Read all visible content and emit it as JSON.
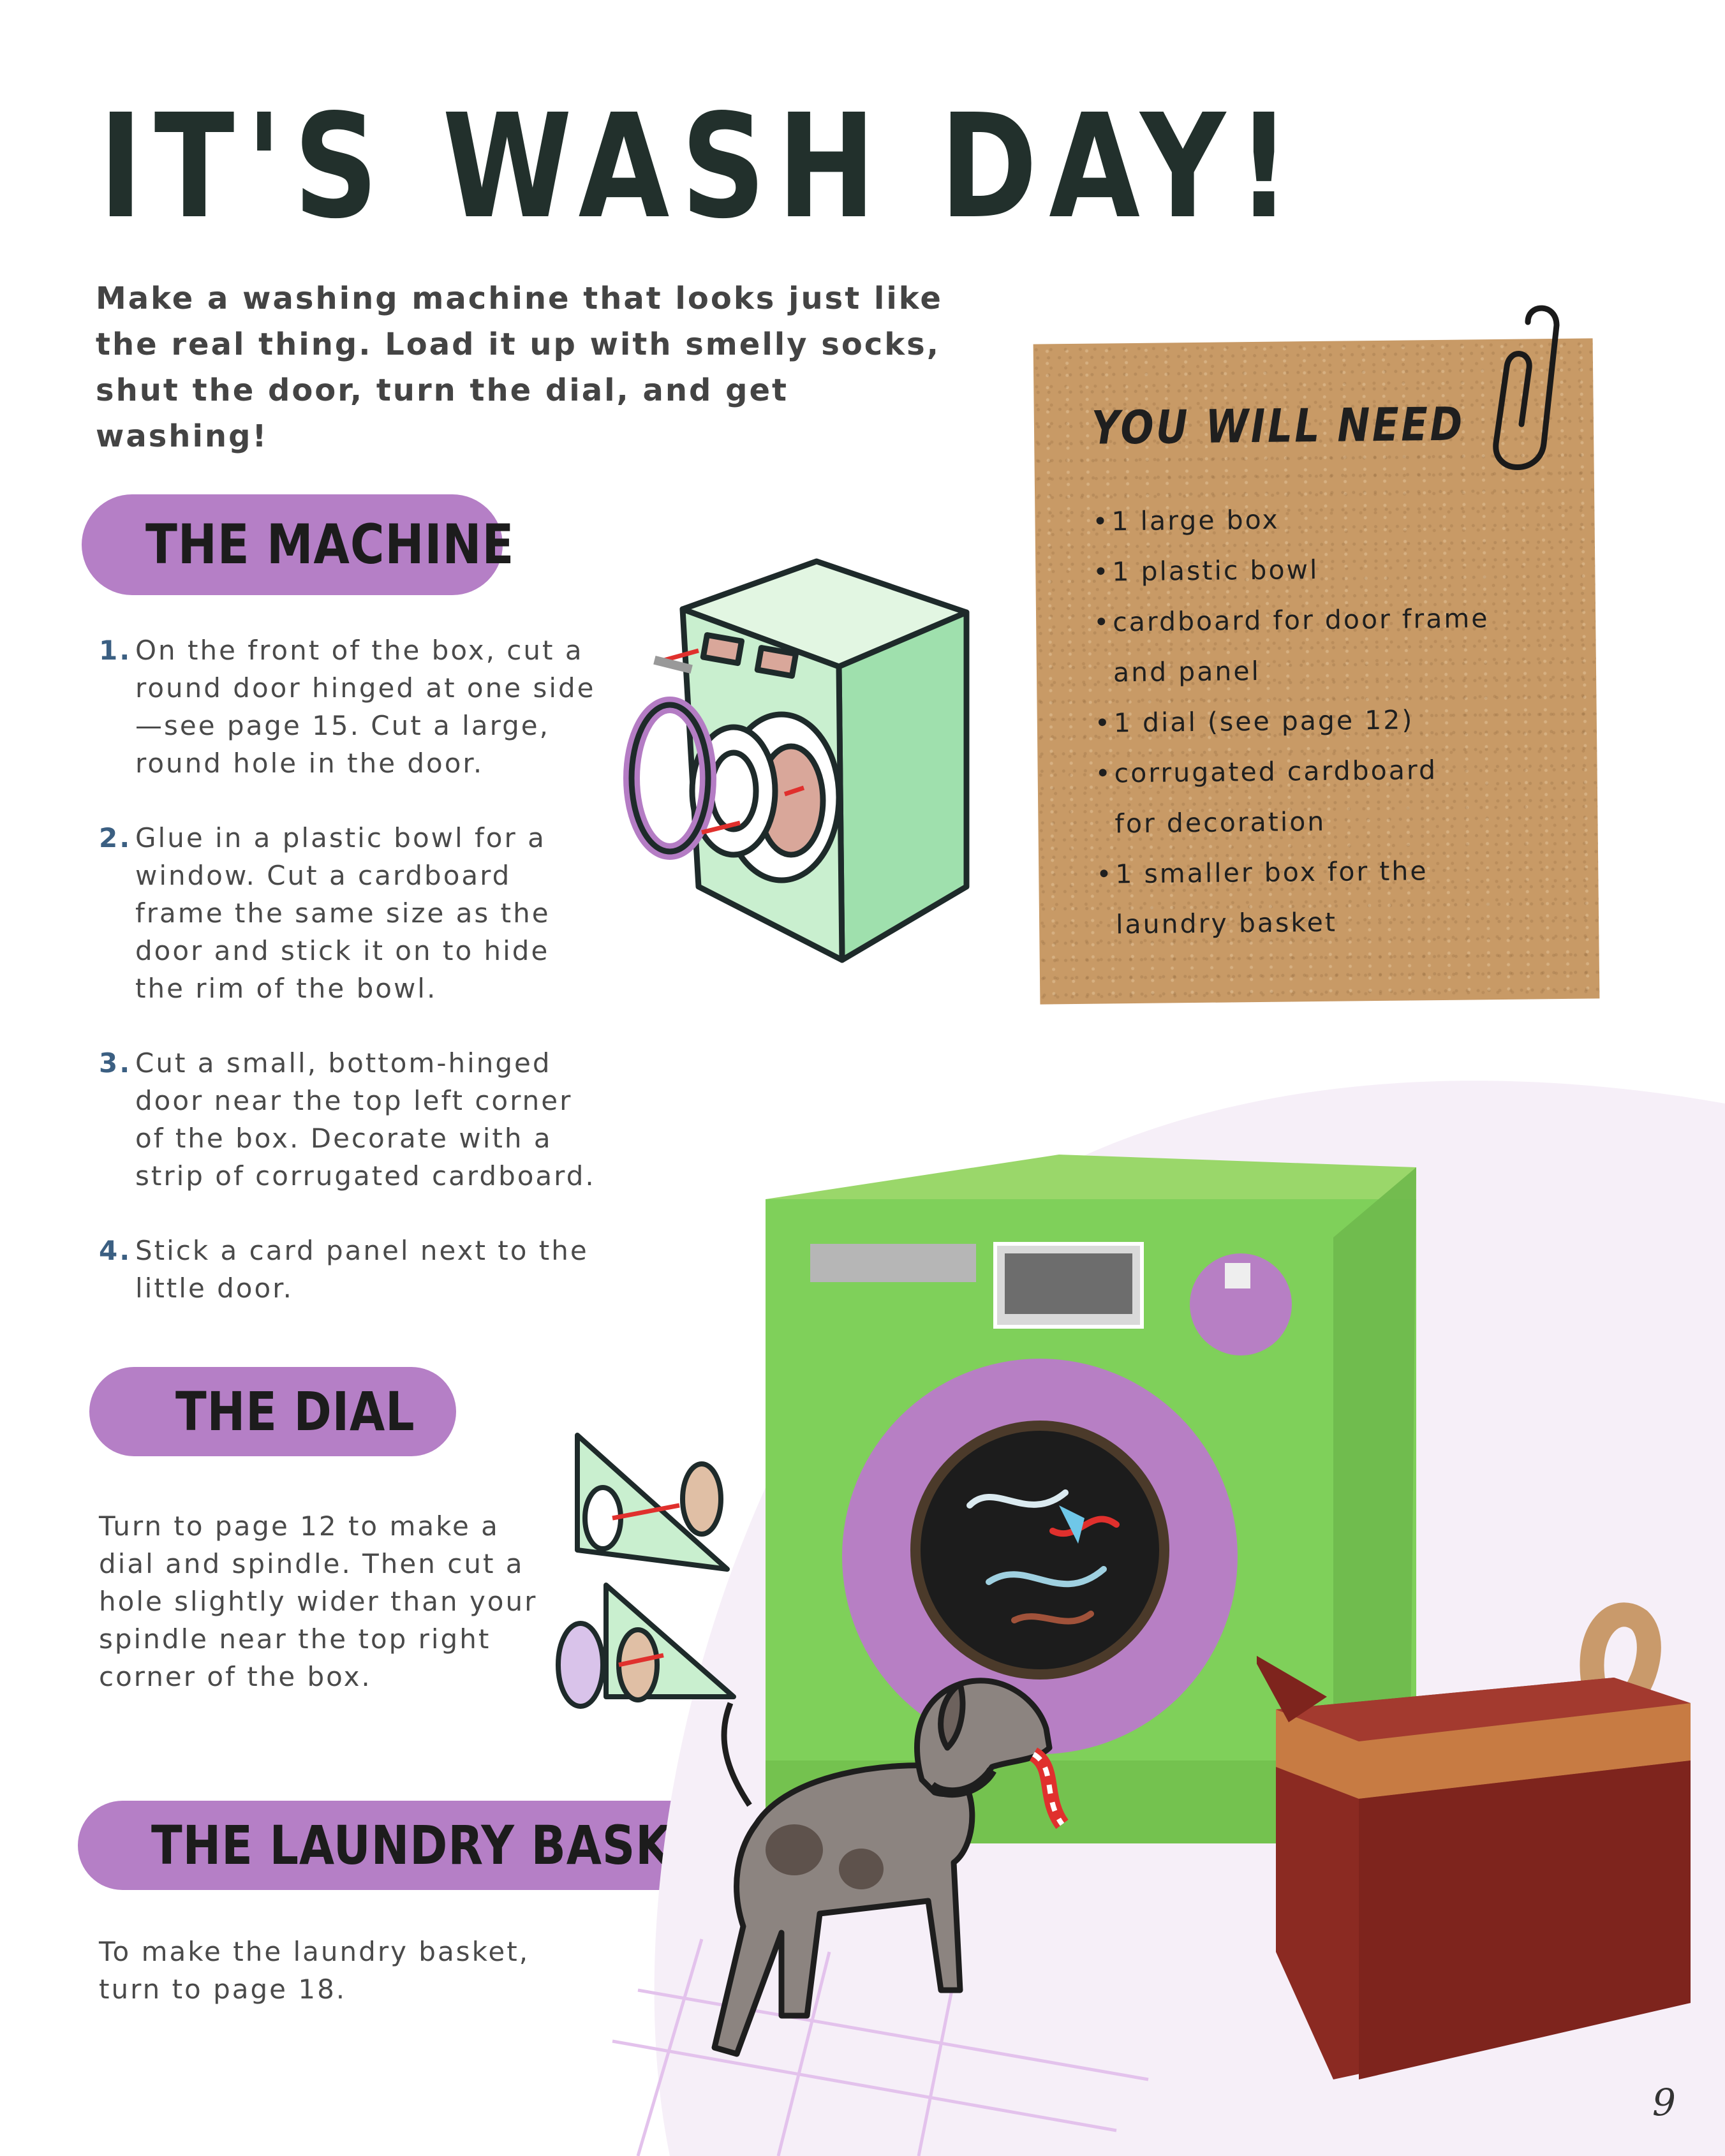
{
  "title": "IT'S WASH DAY!",
  "intro": "Make a washing machine that looks just like the real thing. Load it up with smelly socks, shut the door, turn the dial, and get washing!",
  "sections": {
    "machine": {
      "heading": "THE MACHINE",
      "steps": [
        {
          "num": "1.",
          "text": "On the front of the box, cut a round door hinged at one side—see page 15. Cut a large, round hole in the door."
        },
        {
          "num": "2.",
          "text": "Glue in a plastic bowl for a window. Cut a cardboard frame the same size as the door and stick it on to hide the rim of the bowl."
        },
        {
          "num": "3.",
          "text": "Cut a small, bottom-hinged door near the top left corner of the box. Decorate with a strip of corrugated cardboard."
        },
        {
          "num": "4.",
          "text": "Stick a card panel next to the little door."
        }
      ]
    },
    "dial": {
      "heading": "THE DIAL",
      "text": "Turn to page 12 to make a dial and spindle. Then cut a hole slightly wider than your spindle near the top right corner of the box."
    },
    "basket": {
      "heading": "THE LAUNDRY BASKET",
      "text": "To make the laundry basket, turn to page 18."
    }
  },
  "you_will_need": {
    "title": "YOU WILL NEED",
    "items": [
      [
        "1 large box"
      ],
      [
        "1 plastic bowl"
      ],
      [
        "cardboard for door frame",
        "and panel"
      ],
      [
        "1 dial (see page 12)"
      ],
      [
        "corrugated cardboard",
        "for decoration"
      ],
      [
        "1 smaller box for the",
        "laundry basket"
      ]
    ]
  },
  "page_number": "9",
  "colors": {
    "pill": "#b57fc6",
    "kraft": "#c89a66",
    "machine_green": "#7fd05a",
    "sketch_green": "#c9efcf",
    "purple": "#b77fc4",
    "basket_red": "#8b2a22"
  }
}
